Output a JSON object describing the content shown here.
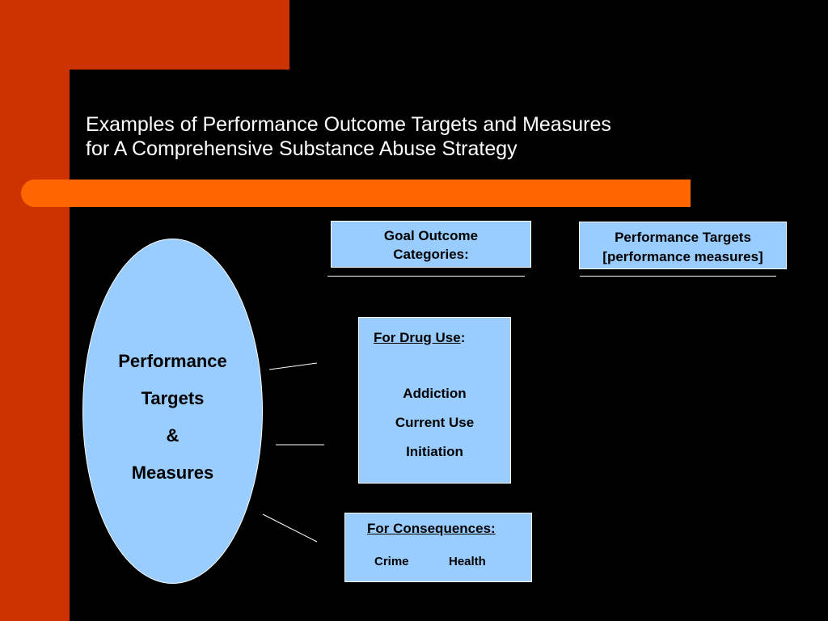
{
  "title": {
    "line1": "Examples of Performance Outcome Targets and Measures",
    "line2": "for A Comprehensive Substance Abuse Strategy"
  },
  "headers": {
    "goal_line1": "Goal Outcome",
    "goal_line2": "Categories:",
    "perf_line1": "Performance Targets",
    "perf_line2": "[performance measures]"
  },
  "ellipse": {
    "line1": "Performance",
    "line2": "Targets",
    "line3": "&",
    "line4": "Measures"
  },
  "drug_use": {
    "heading": "For Drug Use",
    "heading_suffix": ":",
    "items": [
      "Addiction",
      "Current Use",
      "Initiation"
    ]
  },
  "consequences": {
    "heading": "For Consequences:",
    "items": [
      "Crime",
      "Health"
    ]
  },
  "colors": {
    "background": "#000000",
    "frame": "#cc3300",
    "accent": "#ff6600",
    "box_fill": "#99ccff"
  }
}
